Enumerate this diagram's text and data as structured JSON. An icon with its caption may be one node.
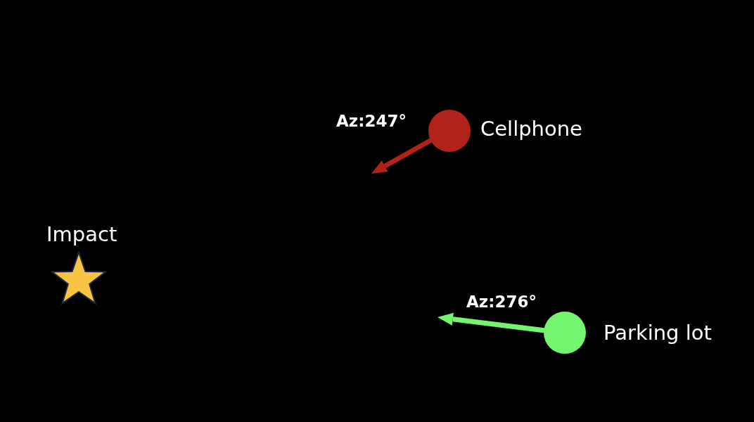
{
  "diagram": {
    "nodes": [
      {
        "text": [
          "Impact"
        ]
      },
      {
        "text": [
          "Cellphone"
        ],
        "beside": [
          "Az:247°"
        ]
      },
      {
        "text": [
          "Parking lot"
        ],
        "beside": [
          "Az:276°"
        ]
      }
    ]
  }
}
